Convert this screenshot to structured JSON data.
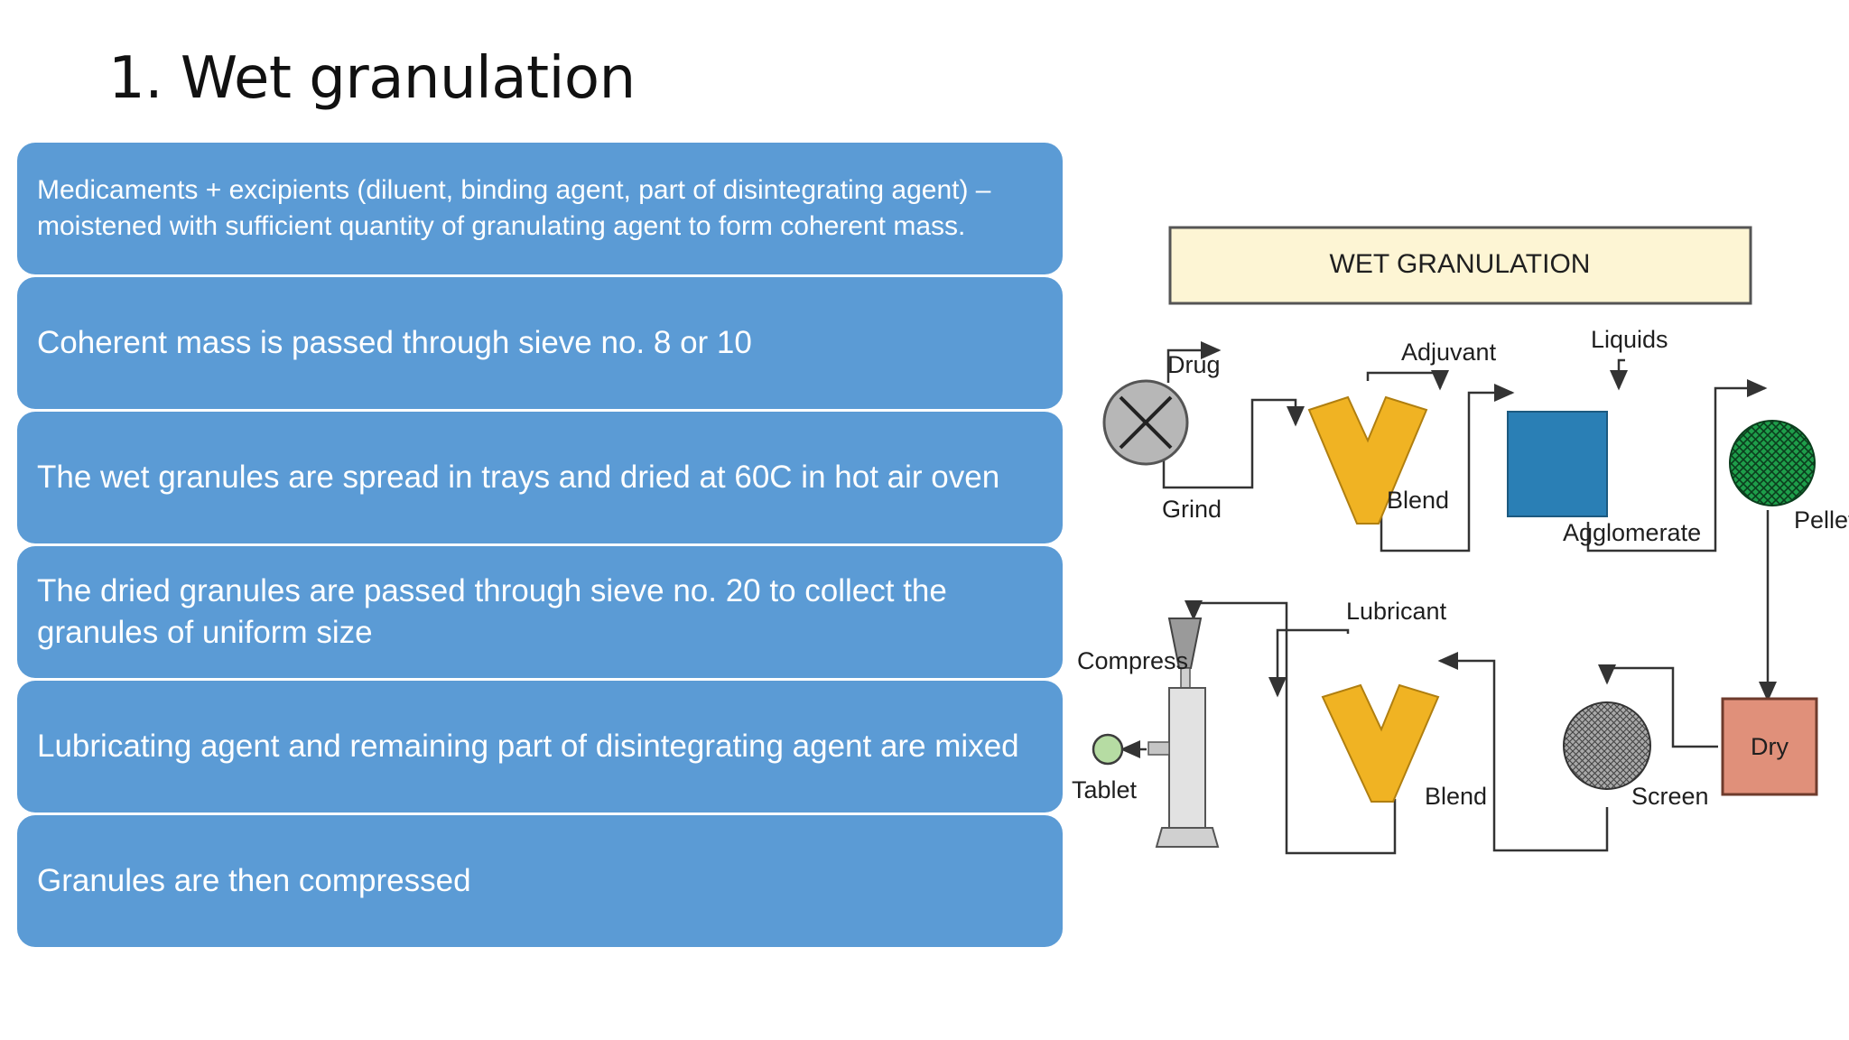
{
  "slide": {
    "title": "1. Wet granulation"
  },
  "steps": [
    "Medicaments + excipients (diluent, binding agent, part of disintegrating agent) – moistened with sufficient quantity of granulating agent to form coherent mass.",
    "Coherent mass is passed through sieve no. 8 or 10",
    "The wet granules are spread in trays and dried at 60C in hot air oven",
    "The dried granules are passed through sieve no. 20 to collect the granules of uniform size",
    "Lubricating agent and remaining part of disintegrating agent are mixed",
    "Granules are then compressed"
  ],
  "diagram": {
    "title": "WET GRANULATION",
    "labels": {
      "drug": "Drug",
      "grind": "Grind",
      "adjuvant": "Adjuvant",
      "blend_top": "Blend",
      "liquids": "Liquids",
      "agglomerate": "Agglomerate",
      "pellet": "Pellet",
      "dry": "Dry",
      "screen": "Screen",
      "lubricant": "Lubricant",
      "blend_bottom": "Blend",
      "compress": "Compress",
      "tablet": "Tablet"
    },
    "colors": {
      "step_box": "#5b9bd5",
      "title_box": "#fdf5d4",
      "blender": "#f0b323",
      "agglomerator": "#2a7fb5",
      "pellet": "#1e9e4a",
      "dryer": "#e0907a",
      "tablet": "#b6dca3"
    }
  }
}
